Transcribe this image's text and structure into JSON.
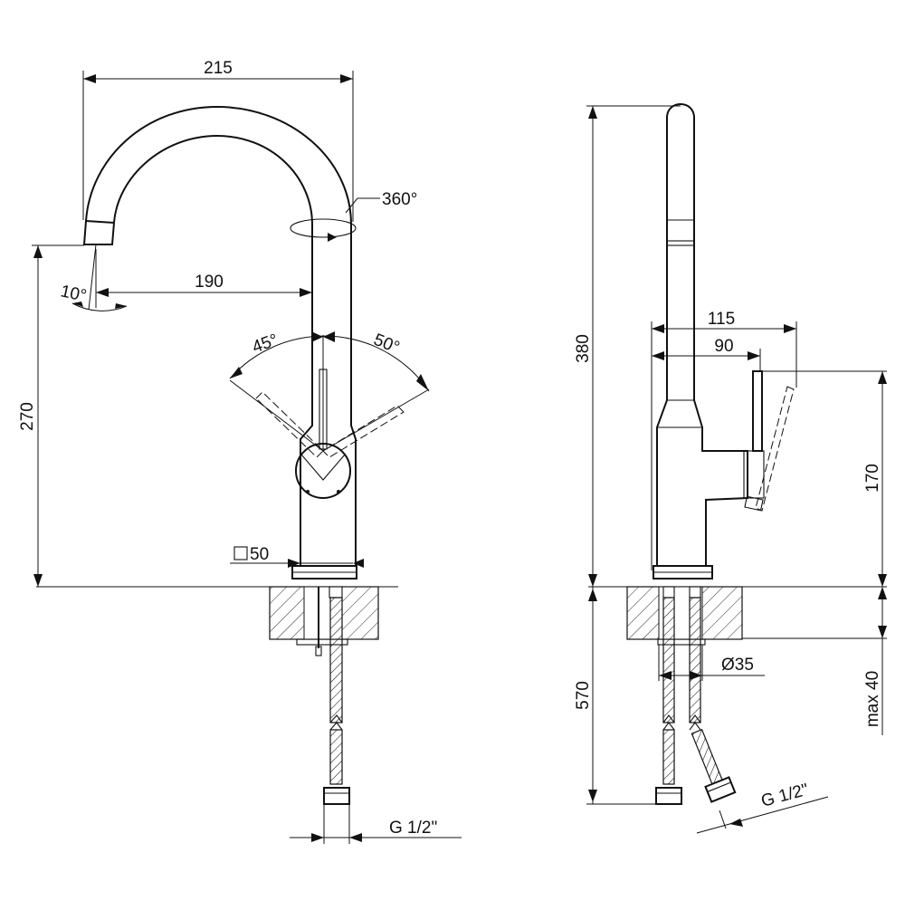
{
  "front_view": {
    "dim_width": "215",
    "dim_rotation": "360°",
    "dim_reach": "190",
    "dim_spout_angle": "10°",
    "dim_angle_left": "45°",
    "dim_angle_right": "50°",
    "dim_height": "270",
    "dim_base": "50",
    "dim_thread": "G 1/2\""
  },
  "side_view": {
    "dim_total_height": "380",
    "dim_depth_115": "115",
    "dim_depth_90": "90",
    "dim_lever_height": "170",
    "dim_below_counter": "570",
    "dim_hole": "Ø35",
    "dim_max_thickness": "max 40",
    "dim_thread": "G 1/2\""
  }
}
